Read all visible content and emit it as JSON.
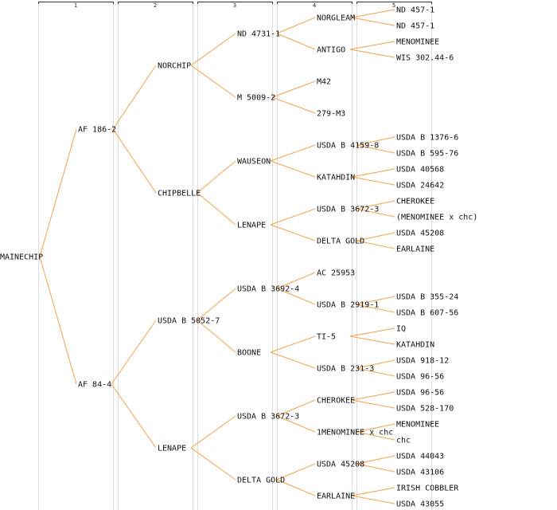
{
  "generation_headers": [
    "1",
    "2",
    "3",
    "4",
    "5"
  ],
  "colors": {
    "edge": "#f5a04a",
    "text": "#111111",
    "guide": "#dddddd",
    "header_line": "#333333"
  },
  "root": {
    "name": "MAINECHIP",
    "children": [
      {
        "name": "AF 186-2",
        "children": [
          {
            "name": "NORCHIP",
            "children": [
              {
                "name": "ND 4731-1",
                "children": [
                  {
                    "name": "NORGLEAM",
                    "children": [
                      {
                        "name": "ND 457-1"
                      },
                      {
                        "name": "ND 457-1"
                      }
                    ]
                  },
                  {
                    "name": "ANTIGO",
                    "children": [
                      {
                        "name": "MENOMINEE"
                      },
                      {
                        "name": "WIS 302.44-6"
                      }
                    ]
                  }
                ]
              },
              {
                "name": "M 5009-2",
                "children": [
                  {
                    "name": "M42"
                  },
                  {
                    "name": "279-M3"
                  }
                ]
              }
            ]
          },
          {
            "name": "CHIPBELLE",
            "children": [
              {
                "name": "WAUSEON",
                "children": [
                  {
                    "name": "USDA B 4159-8",
                    "children": [
                      {
                        "name": "USDA B 1376-6"
                      },
                      {
                        "name": "USDA B 595-76"
                      }
                    ]
                  },
                  {
                    "name": "KATAHDIN",
                    "children": [
                      {
                        "name": "USDA 40568"
                      },
                      {
                        "name": "USDA 24642"
                      }
                    ]
                  }
                ]
              },
              {
                "name": "LENAPE",
                "children": [
                  {
                    "name": "USDA B 3672-3",
                    "children": [
                      {
                        "name": "CHEROKEE"
                      },
                      {
                        "name": "(MENOMINEE x chc)"
                      }
                    ]
                  },
                  {
                    "name": "DELTA GOLD",
                    "children": [
                      {
                        "name": "USDA 45208"
                      },
                      {
                        "name": "EARLAINE"
                      }
                    ]
                  }
                ]
              }
            ]
          }
        ]
      },
      {
        "name": "AF 84-4",
        "children": [
          {
            "name": "USDA B 5052-7",
            "children": [
              {
                "name": "USDA B 3692-4",
                "children": [
                  {
                    "name": "AC 25953"
                  },
                  {
                    "name": "USDA B 2919-1",
                    "children": [
                      {
                        "name": "USDA B 355-24"
                      },
                      {
                        "name": "USDA B 607-56"
                      }
                    ]
                  }
                ]
              },
              {
                "name": "BOONE",
                "children": [
                  {
                    "name": "TI-5",
                    "children": [
                      {
                        "name": "IQ"
                      },
                      {
                        "name": "KATAHDIN"
                      }
                    ]
                  },
                  {
                    "name": "USDA B 231-3",
                    "children": [
                      {
                        "name": "USDA 918-12"
                      },
                      {
                        "name": "USDA 96-56"
                      }
                    ]
                  }
                ]
              }
            ]
          },
          {
            "name": "LENAPE",
            "children": [
              {
                "name": "USDA B 3672-3",
                "children": [
                  {
                    "name": "CHEROKEE",
                    "children": [
                      {
                        "name": "USDA 96-56"
                      },
                      {
                        "name": "USDA 528-170"
                      }
                    ]
                  },
                  {
                    "name": "1MENOMINEE x chc",
                    "children": [
                      {
                        "name": "MENOMINEE"
                      },
                      {
                        "name": "chc"
                      }
                    ]
                  }
                ]
              },
              {
                "name": "DELTA GOLD",
                "children": [
                  {
                    "name": "USDA 45208",
                    "children": [
                      {
                        "name": "USDA 44043"
                      },
                      {
                        "name": "USDA 43106"
                      }
                    ]
                  },
                  {
                    "name": "EARLAINE",
                    "children": [
                      {
                        "name": "IRISH COBBLER"
                      },
                      {
                        "name": "USDA 43055"
                      }
                    ]
                  }
                ]
              }
            ]
          }
        ]
      }
    ]
  }
}
